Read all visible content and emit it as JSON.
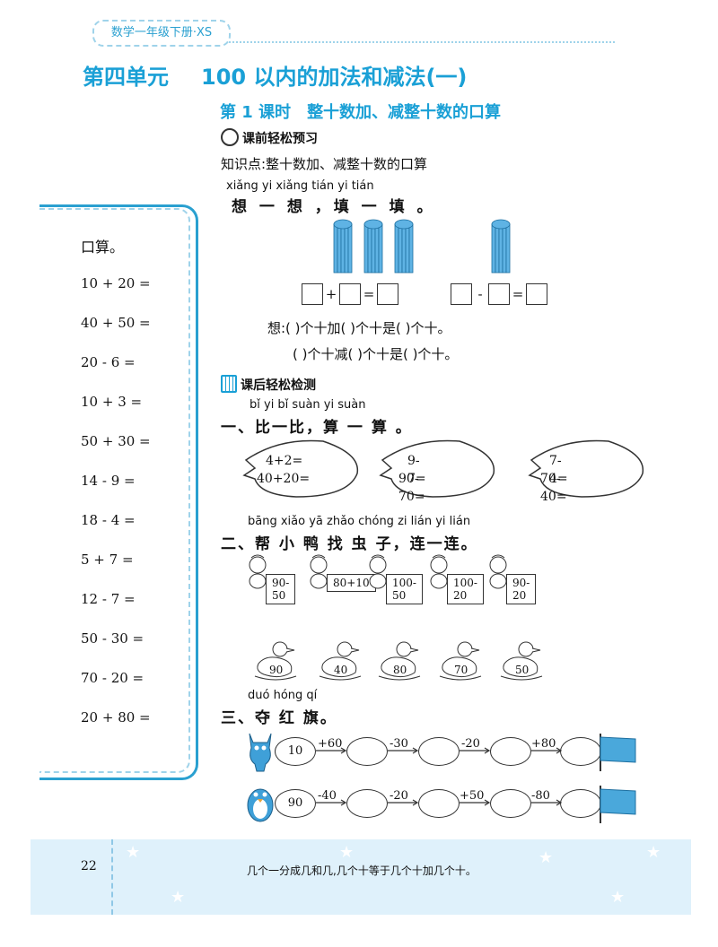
{
  "header": {
    "book_tag": "数学一年级下册·XS"
  },
  "unit": {
    "title": "第四单元",
    "subtitle": "100 以内的加法和减法(一)"
  },
  "lesson": {
    "number": "第 1 课时",
    "title": "整十数加、减整十数的口算"
  },
  "preview": {
    "section": "课前轻松预习",
    "knowledge": "知识点:整十数加、减整十数的口算",
    "pinyin": "xiǎng yi xiǎng   tián yi tián",
    "instruction": "想 一 想 ，填 一 填 。",
    "equation_plus": "+",
    "equation_minus": "-",
    "equation_eq": "=",
    "think_line1": "想:(      )个十加(      )个十是(      )个十。",
    "think_line2": "(      )个十减(      )个十是(      )个十。"
  },
  "sidebar": {
    "title": "口算。",
    "items": [
      "10 + 20 =",
      "40 + 50 =",
      "20 - 6 =",
      "10 + 3 =",
      "50 + 30 =",
      "14 - 9 =",
      "18 - 4 =",
      "5 + 7 =",
      "12 - 7 =",
      "50 - 30 =",
      "70 - 20 =",
      "20 + 80 ="
    ]
  },
  "after": {
    "section": "课后轻松检测",
    "q1_pinyin": "bǐ  yi  bǐ    suàn  yi  suàn",
    "q1_title": "一、比一比，算 一 算 。",
    "leaves": [
      {
        "a": "4+2=",
        "b": "40+20="
      },
      {
        "a": "9-7=",
        "b": "90-70="
      },
      {
        "a": "7-4=",
        "b": "70-40="
      }
    ],
    "q2_pinyin": "bāng xiǎo yā zhǎo chóng  zi    lián  yi  lián",
    "q2_title": "二、帮 小 鸭 找  虫 子，连一连。",
    "bugs": [
      "90-50",
      "80+10",
      "100-50",
      "100-20",
      "90-20"
    ],
    "ducks": [
      "90",
      "40",
      "80",
      "70",
      "50"
    ],
    "q3_pinyin": "duó hóng  qí",
    "q3_title": "三、夺  红  旗。",
    "row1": {
      "start": "10",
      "ops": [
        "+60",
        "-30",
        "-20",
        "+80"
      ]
    },
    "row2": {
      "start": "90",
      "ops": [
        "-40",
        "-20",
        "+50",
        "-80"
      ]
    }
  },
  "footer": {
    "page": "22",
    "tip": "几个一分成几和几,几个十等于几个十加几个十。"
  }
}
